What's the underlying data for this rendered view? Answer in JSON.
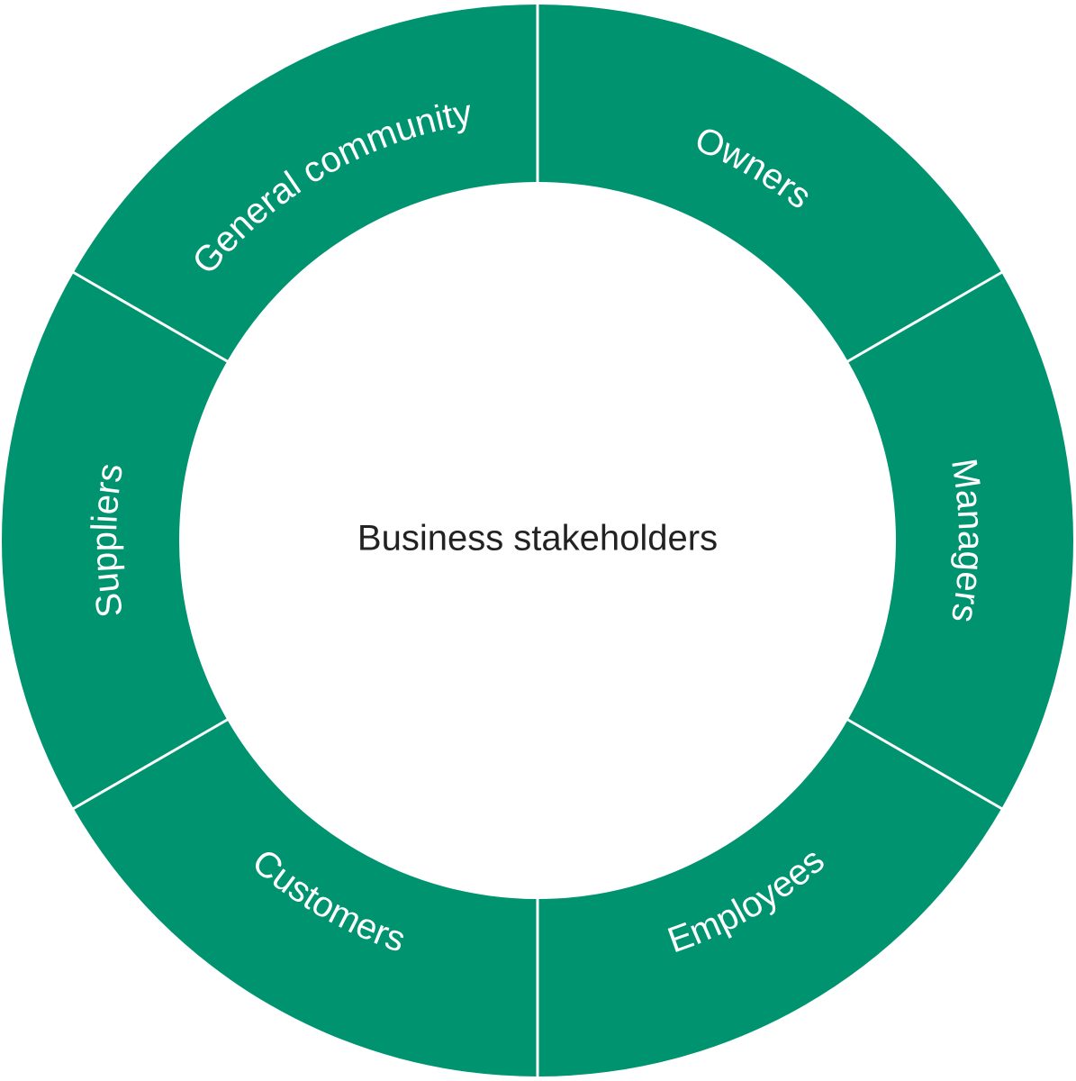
{
  "diagram": {
    "center_label": "Business stakeholders",
    "ring_color": "#00936F",
    "divider_color": "#FFFFFF",
    "segments": [
      {
        "label": "Owners"
      },
      {
        "label": "Managers"
      },
      {
        "label": "Employees"
      },
      {
        "label": "Customers"
      },
      {
        "label": "Suppliers"
      },
      {
        "label": "General community"
      }
    ]
  }
}
